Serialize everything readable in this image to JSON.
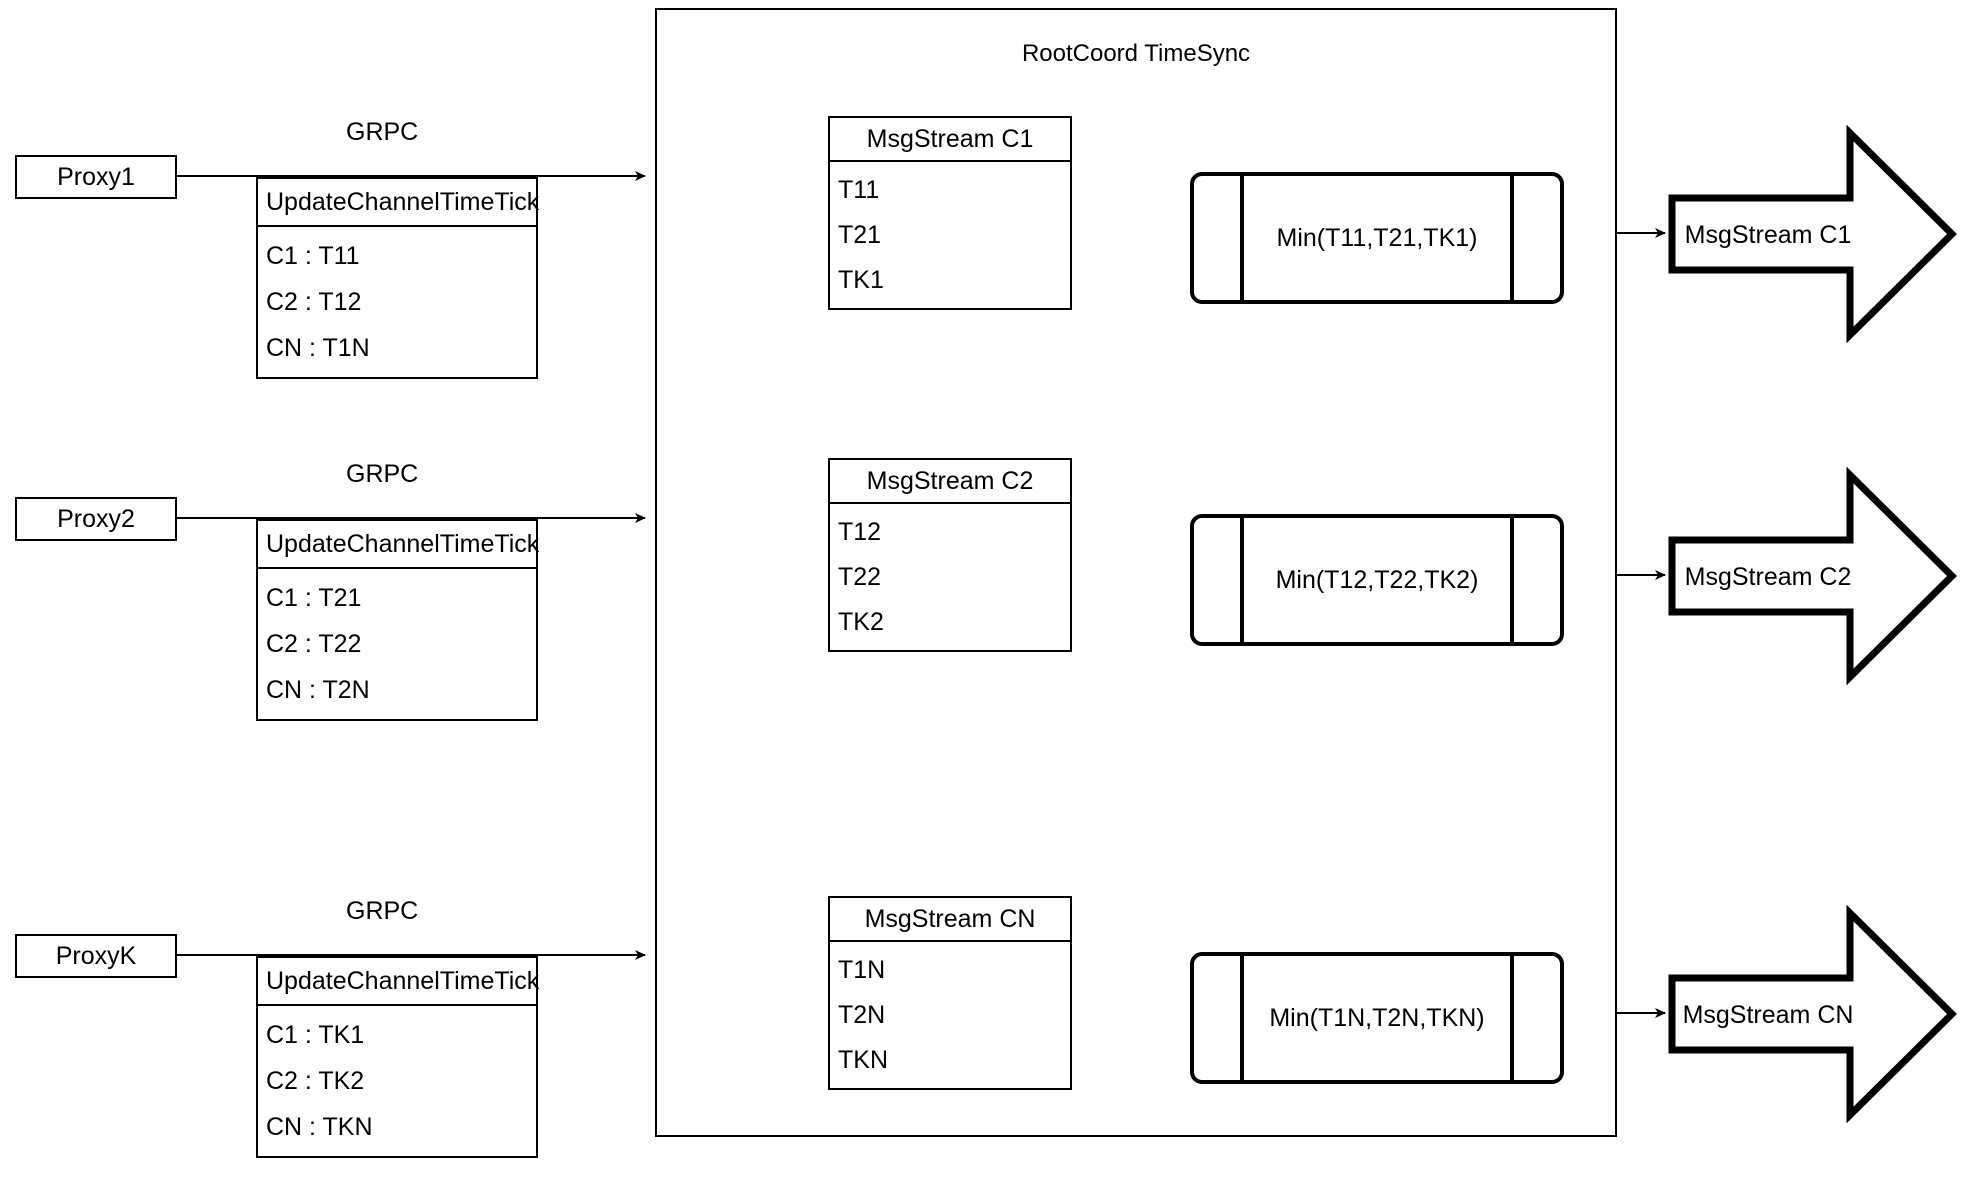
{
  "diagram": {
    "title": "RootCoord TimeSync",
    "edge_label": "GRPC",
    "proxies": [
      {
        "name": "Proxy1",
        "tick_title": "UpdateChannelTimeTick",
        "rows": [
          "C1 :  T11",
          "C2 :  T12",
          "CN : T1N"
        ]
      },
      {
        "name": "Proxy2",
        "tick_title": "UpdateChannelTimeTick",
        "rows": [
          "C1 :  T21",
          "C2 :  T22",
          "CN : T2N"
        ]
      },
      {
        "name": "ProxyK",
        "tick_title": "UpdateChannelTimeTick",
        "rows": [
          "C1 :  TK1",
          "C2 :  TK2",
          "CN : TKN"
        ]
      }
    ],
    "channels": [
      {
        "stream_title": "MsgStream C1",
        "ticks": [
          "T11",
          "T21",
          "TK1"
        ],
        "min_label": "Min(T11,T21,TK1)",
        "output_label": "MsgStream C1"
      },
      {
        "stream_title": "MsgStream C2",
        "ticks": [
          "T12",
          "T22",
          "TK2"
        ],
        "min_label": "Min(T12,T22,TK2)",
        "output_label": "MsgStream C2"
      },
      {
        "stream_title": "MsgStream CN",
        "ticks": [
          "T1N",
          "T2N",
          "TKN"
        ],
        "min_label": "Min(T1N,T2N,TKN)",
        "output_label": "MsgStream CN"
      }
    ],
    "colors": {
      "stroke": "#000000",
      "background": "#ffffff"
    }
  }
}
